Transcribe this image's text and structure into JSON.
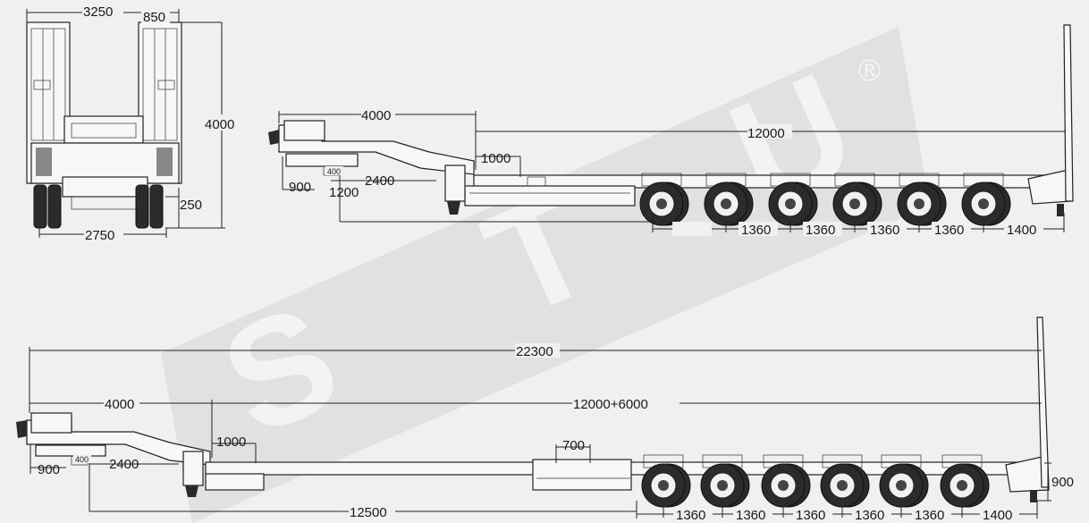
{
  "watermark": {
    "letters": [
      "S",
      "T",
      "U"
    ],
    "mark": "®"
  },
  "front_view": {
    "dims": {
      "overall_width": "3250",
      "ramp_width": "850",
      "height": "4000",
      "ground_clearance": "250",
      "track_width": "2750"
    }
  },
  "side_view_standard": {
    "dims": {
      "gooseneck_length": "4000",
      "platform_length": "12000",
      "neck_step": "1000",
      "kingpin_offset": "900",
      "front_overhang": "2400",
      "kingpin_height": "400",
      "kingpin_to_deck": "1200",
      "axle_spacing": [
        "1360",
        "1360",
        "1360",
        "1360"
      ],
      "rear_overhang": "1400"
    }
  },
  "side_view_extended": {
    "dims": {
      "overall_length": "22300",
      "gooseneck_length": "4000",
      "platform_length": "12000+6000",
      "neck_step": "1000",
      "extension_step": "700",
      "kingpin_offset": "900",
      "front_overhang": "2400",
      "kingpin_height": "400",
      "kingpin_to_axles": "12500",
      "axle_spacing": [
        "1360",
        "1360",
        "1360",
        "1360",
        "1360"
      ],
      "rear_overhang": "1400",
      "deck_height": "900"
    }
  }
}
